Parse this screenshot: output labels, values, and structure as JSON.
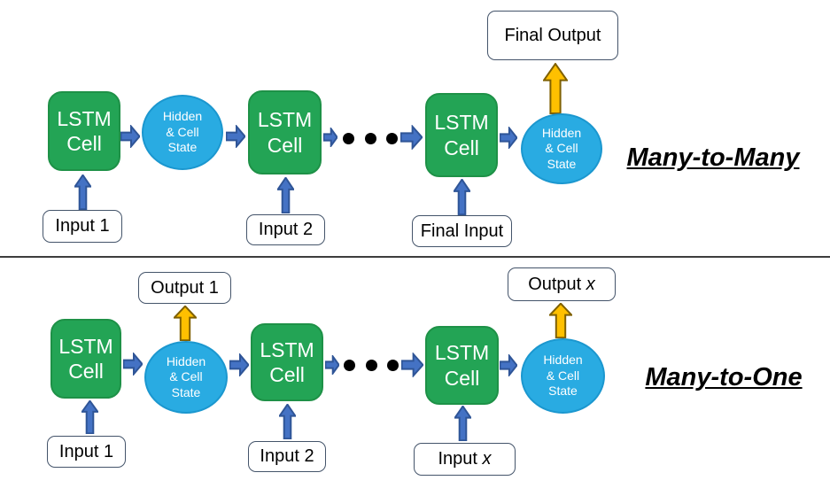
{
  "shared": {
    "lstm_line1": "LSTM",
    "lstm_line2": "Cell",
    "state_line1": "Hidden",
    "state_line2": "& Cell",
    "state_line3": "State"
  },
  "top": {
    "title": "Many-to-Many",
    "final_output": {
      "text": "Final Output",
      "italic": ""
    },
    "inputs": [
      {
        "text": "Input 1",
        "italic": ""
      },
      {
        "text": "Input 2",
        "italic": ""
      },
      {
        "text": "Final Input",
        "italic": ""
      }
    ]
  },
  "bottom": {
    "title": "Many-to-One",
    "output_1": {
      "text": "Output 1",
      "italic": ""
    },
    "output_x": {
      "text": "Output ",
      "italic": "x"
    },
    "inputs": [
      {
        "text": "Input 1",
        "italic": ""
      },
      {
        "text": "Input 2",
        "italic": ""
      },
      {
        "text": "Input ",
        "italic": "x"
      }
    ]
  },
  "colors": {
    "cell_green": "#23A455",
    "state_blue": "#29ABE2",
    "arrow_blue": "#4472C4",
    "arrow_blue_border": "#2F5597",
    "arrow_yellow": "#FFC000",
    "arrow_yellow_border": "#7F6000",
    "box_border": "#44546A",
    "divider": "#3d3d3d",
    "text": "#000000"
  }
}
